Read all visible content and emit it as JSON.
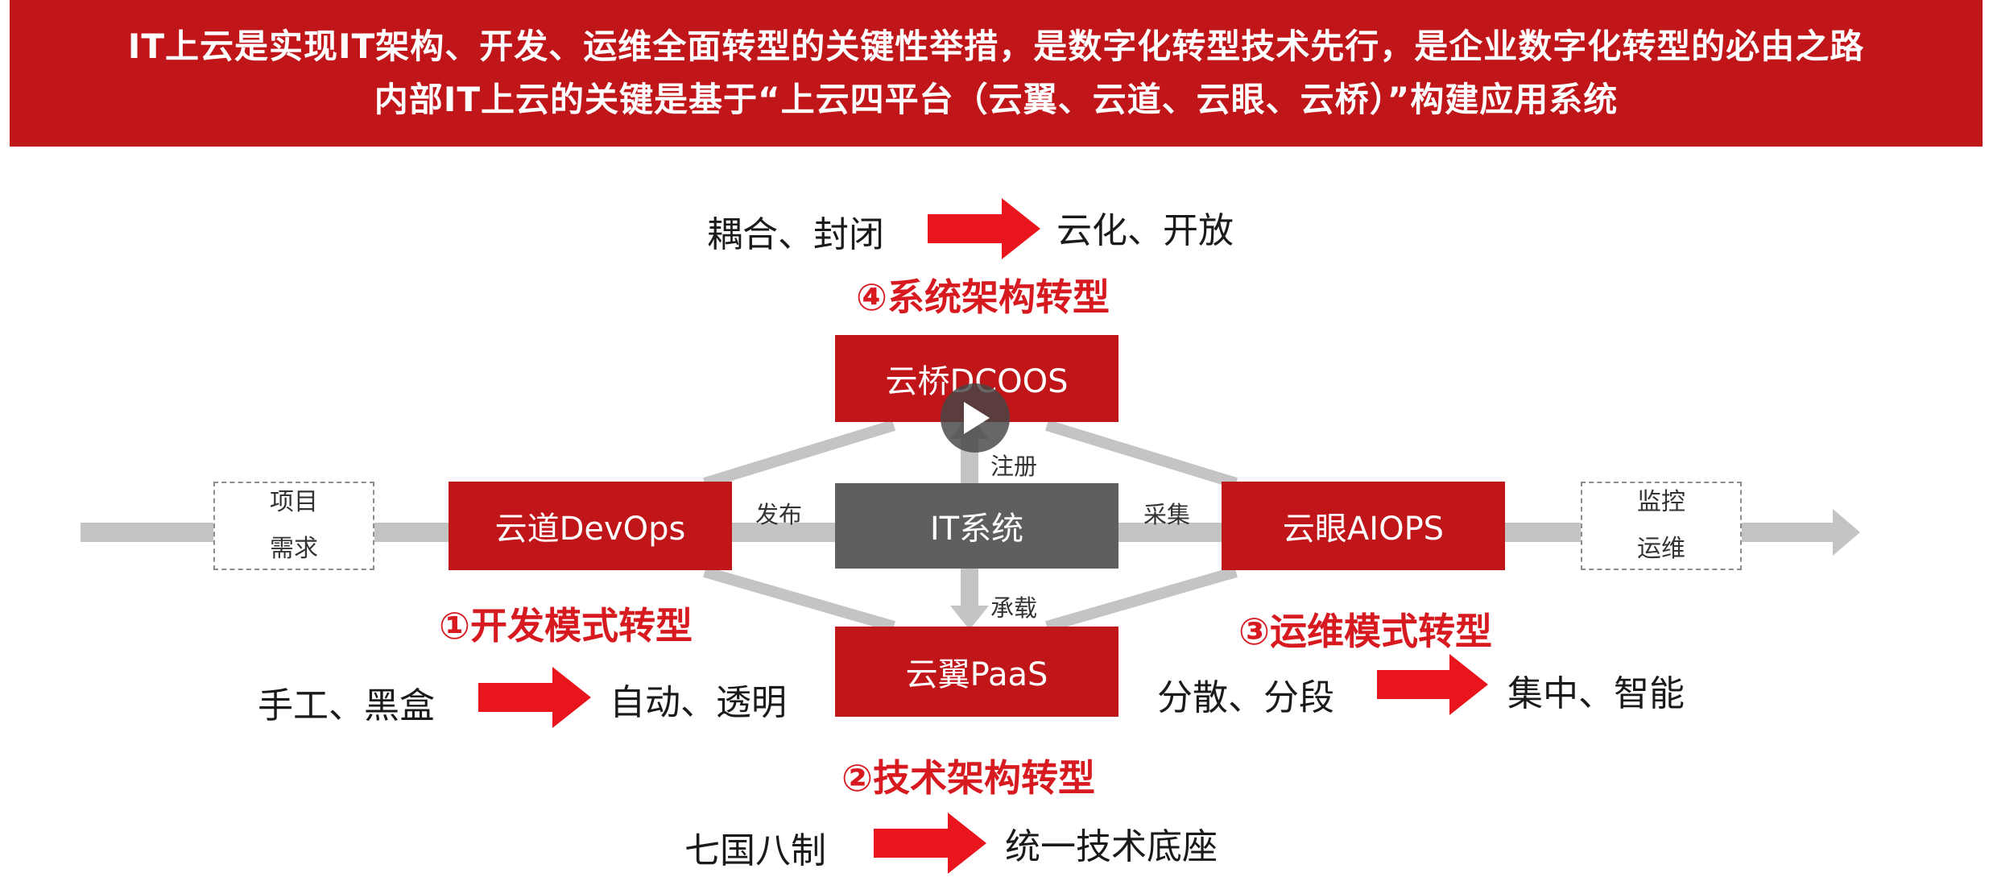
{
  "header": {
    "line1": "IT上云是实现IT架构、开发、运维全面转型的关键性举措，是数字化转型技术先行，是企业数字化转型的必由之路",
    "line2": "内部IT上云的关键是基于“上云四平台（云翼、云道、云眼、云桥）”构建应用系统"
  },
  "nodes": {
    "dcoos": "云桥DCOOS",
    "devops": "云道DevOps",
    "it_system": "IT系统",
    "aiops": "云眼AIOPS",
    "paas": "云翼PaaS"
  },
  "endpoints": {
    "start_line1": "项目",
    "start_line2": "需求",
    "end_line1": "监控",
    "end_line2": "运维"
  },
  "connectors": {
    "publish": "发布",
    "collect": "采集",
    "register": "注册",
    "carry": "承载"
  },
  "transformations": {
    "system_arch": {
      "title": "④系统架构转型",
      "from": "耦合、封闭",
      "to": "云化、开放"
    },
    "dev_mode": {
      "title": "①开发模式转型",
      "from": "手工、黑盒",
      "to": "自动、透明"
    },
    "ops_mode": {
      "title": "③运维模式转型",
      "from": "分散、分段",
      "to": "集中、智能"
    },
    "tech_arch": {
      "title": "②技术架构转型",
      "from": "七国八制",
      "to": "统一技术底座"
    }
  },
  "colors": {
    "brand_red": "#c0161a",
    "title_red": "#d71920",
    "arrow_red": "#e8161c",
    "node_gray": "#5f5f5f",
    "line_gray": "#c4c4c4"
  },
  "icons": {
    "video_overlay": "play-icon"
  }
}
